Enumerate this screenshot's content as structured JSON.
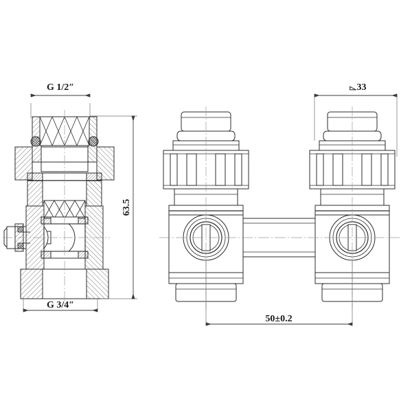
{
  "drawing": {
    "title": "Radiator valve assembly - technical drawing",
    "background_color": "#ffffff",
    "line_color": "#2b2b2b",
    "hatch_color": "#4a4a4a",
    "centerline_color": "#8a8a8a",
    "dimension_color": "#555555",
    "text_color": "#1a1a1a"
  },
  "dimensions": {
    "top_left_thread": "G 1/2″",
    "bottom_left_thread": "G 3/4″",
    "overall_height": "63.5",
    "cap_diameter": "⌳33",
    "center_distance": "50±0.2"
  },
  "views": {
    "section_view": {
      "name": "sectional-view",
      "description": "Cross-section of valve body showing internal thread, O-rings and spindle"
    },
    "left_valve": {
      "name": "left-valve-external",
      "description": "External elevation of left valve with cap, knurled nut and side port"
    },
    "right_valve": {
      "name": "right-valve-external",
      "description": "External elevation of right valve with cap, knurled nut and side port"
    },
    "connector": {
      "name": "connecting-tube",
      "description": "Horizontal tube joining the two valve bodies"
    }
  }
}
